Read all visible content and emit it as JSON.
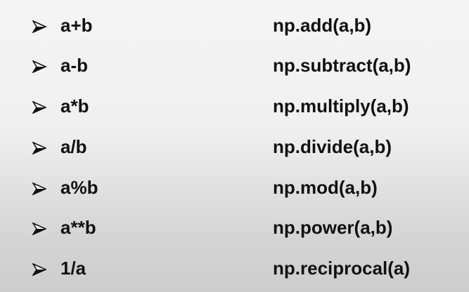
{
  "bullet_icon": "arrowhead-bullet-icon",
  "rows": [
    {
      "expr": "a+b",
      "func": "np.add(a,b)"
    },
    {
      "expr": "a-b",
      "func": "np.subtract(a,b)"
    },
    {
      "expr": "a*b",
      "func": "np.multiply(a,b)"
    },
    {
      "expr": "a/b",
      "func": "np.divide(a,b)"
    },
    {
      "expr": "a%b",
      "func": "np.mod(a,b)"
    },
    {
      "expr": "a**b",
      "func": "np.power(a,b)"
    },
    {
      "expr": "1/a",
      "func": "np.reciprocal(a)"
    }
  ]
}
